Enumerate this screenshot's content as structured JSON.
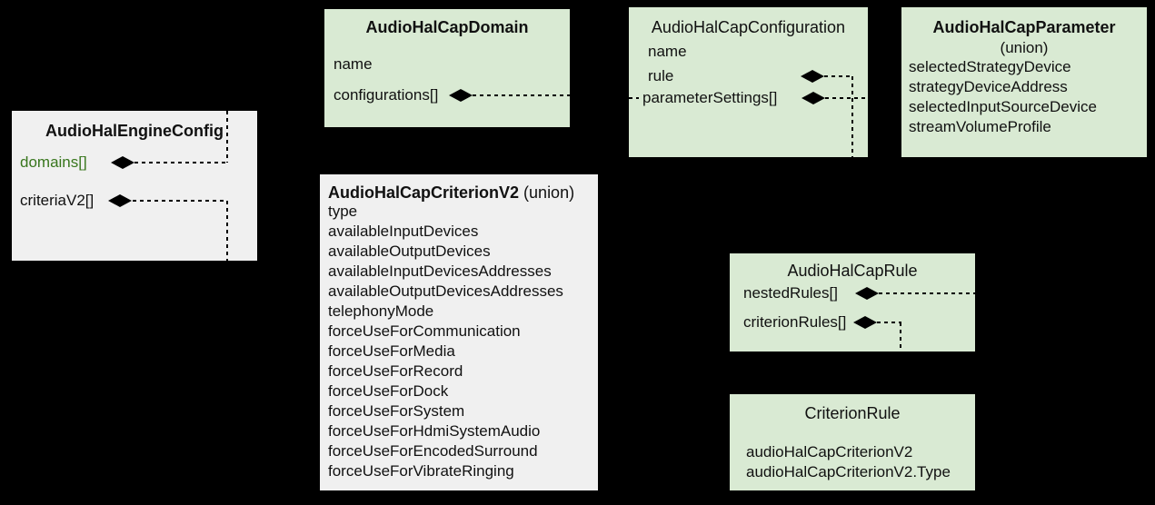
{
  "diagram": {
    "colors": {
      "background": "#000000",
      "box_green": "#d9ead3",
      "box_gray": "#f0f0f0",
      "text": "#111111",
      "accent_green_text": "#38761d",
      "connector": "#000000"
    },
    "boxes": {
      "engine": {
        "title": "AudioHalEngineConfig",
        "fields": [
          "domains[]",
          "criteriaV2[]"
        ]
      },
      "domain": {
        "title": "AudioHalCapDomain",
        "fields": [
          "name",
          "configurations[]"
        ]
      },
      "configuration": {
        "title": "AudioHalCapConfiguration",
        "fields": [
          "name",
          "rule",
          "parameterSettings[]"
        ]
      },
      "parameter": {
        "title": "AudioHalCapParameter",
        "subtitle": "(union)",
        "fields": [
          "selectedStrategyDevice",
          "strategyDeviceAddress",
          "selectedInputSourceDevice",
          "streamVolumeProfile"
        ]
      },
      "criterion_v2": {
        "title": "AudioHalCapCriterionV2",
        "subtitle": "(union)",
        "fields": [
          "type",
          "availableInputDevices",
          "availableOutputDevices",
          "availableInputDevicesAddresses",
          "availableOutputDevicesAddresses",
          "telephonyMode",
          "forceUseForCommunication",
          "forceUseForMedia",
          "forceUseForRecord",
          "forceUseForDock",
          "forceUseForSystem",
          "forceUseForHdmiSystemAudio",
          "forceUseForEncodedSurround",
          "forceUseForVibrateRinging"
        ]
      },
      "rule": {
        "title": "AudioHalCapRule",
        "fields": [
          "nestedRules[]",
          "criterionRules[]"
        ]
      },
      "criterion_rule": {
        "title": "CriterionRule",
        "fields": [
          "audioHalCapCriterionV2",
          "audioHalCapCriterionV2.Type"
        ]
      }
    }
  }
}
